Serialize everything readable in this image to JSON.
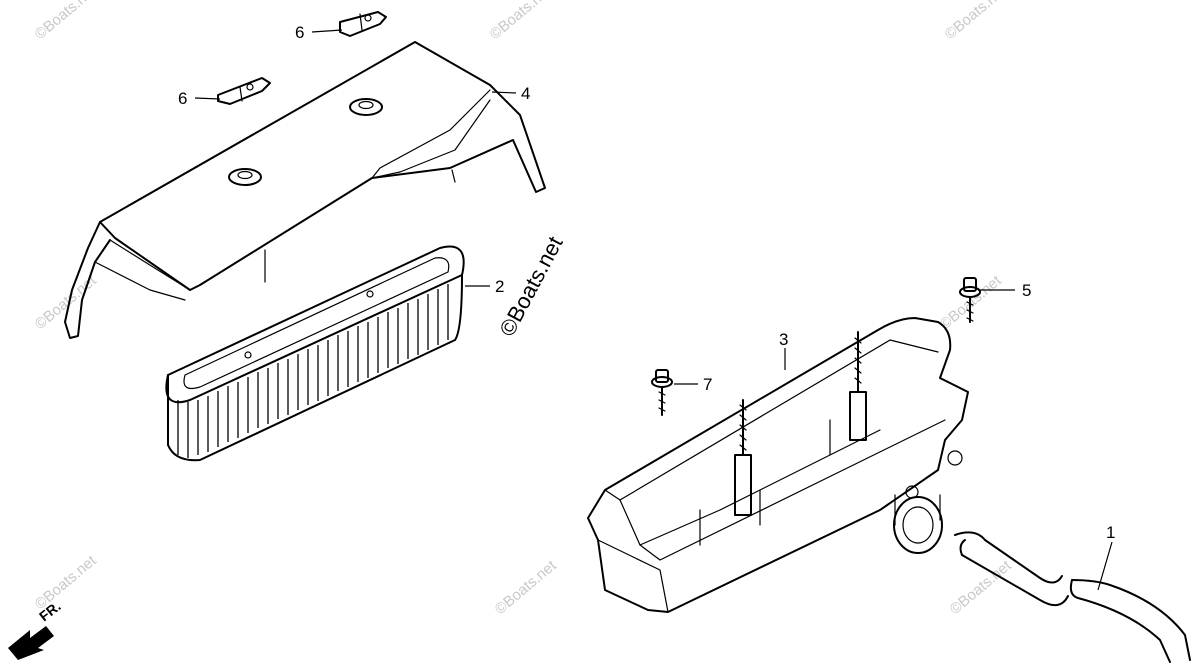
{
  "parts": [
    {
      "callout": "1",
      "name": "tube"
    },
    {
      "callout": "2",
      "name": "air-filter-element"
    },
    {
      "callout": "3",
      "name": "air-cleaner-case"
    },
    {
      "callout": "4",
      "name": "air-cleaner-cover"
    },
    {
      "callout": "5",
      "name": "bolt"
    },
    {
      "callout": "6",
      "name": "clip"
    },
    {
      "callout": "6",
      "name": "clip"
    },
    {
      "callout": "7",
      "name": "bolt"
    }
  ],
  "watermark": {
    "text": "©Boats.net",
    "main_text": "©Boats.net"
  },
  "direction_indicator": {
    "text": "FR."
  }
}
